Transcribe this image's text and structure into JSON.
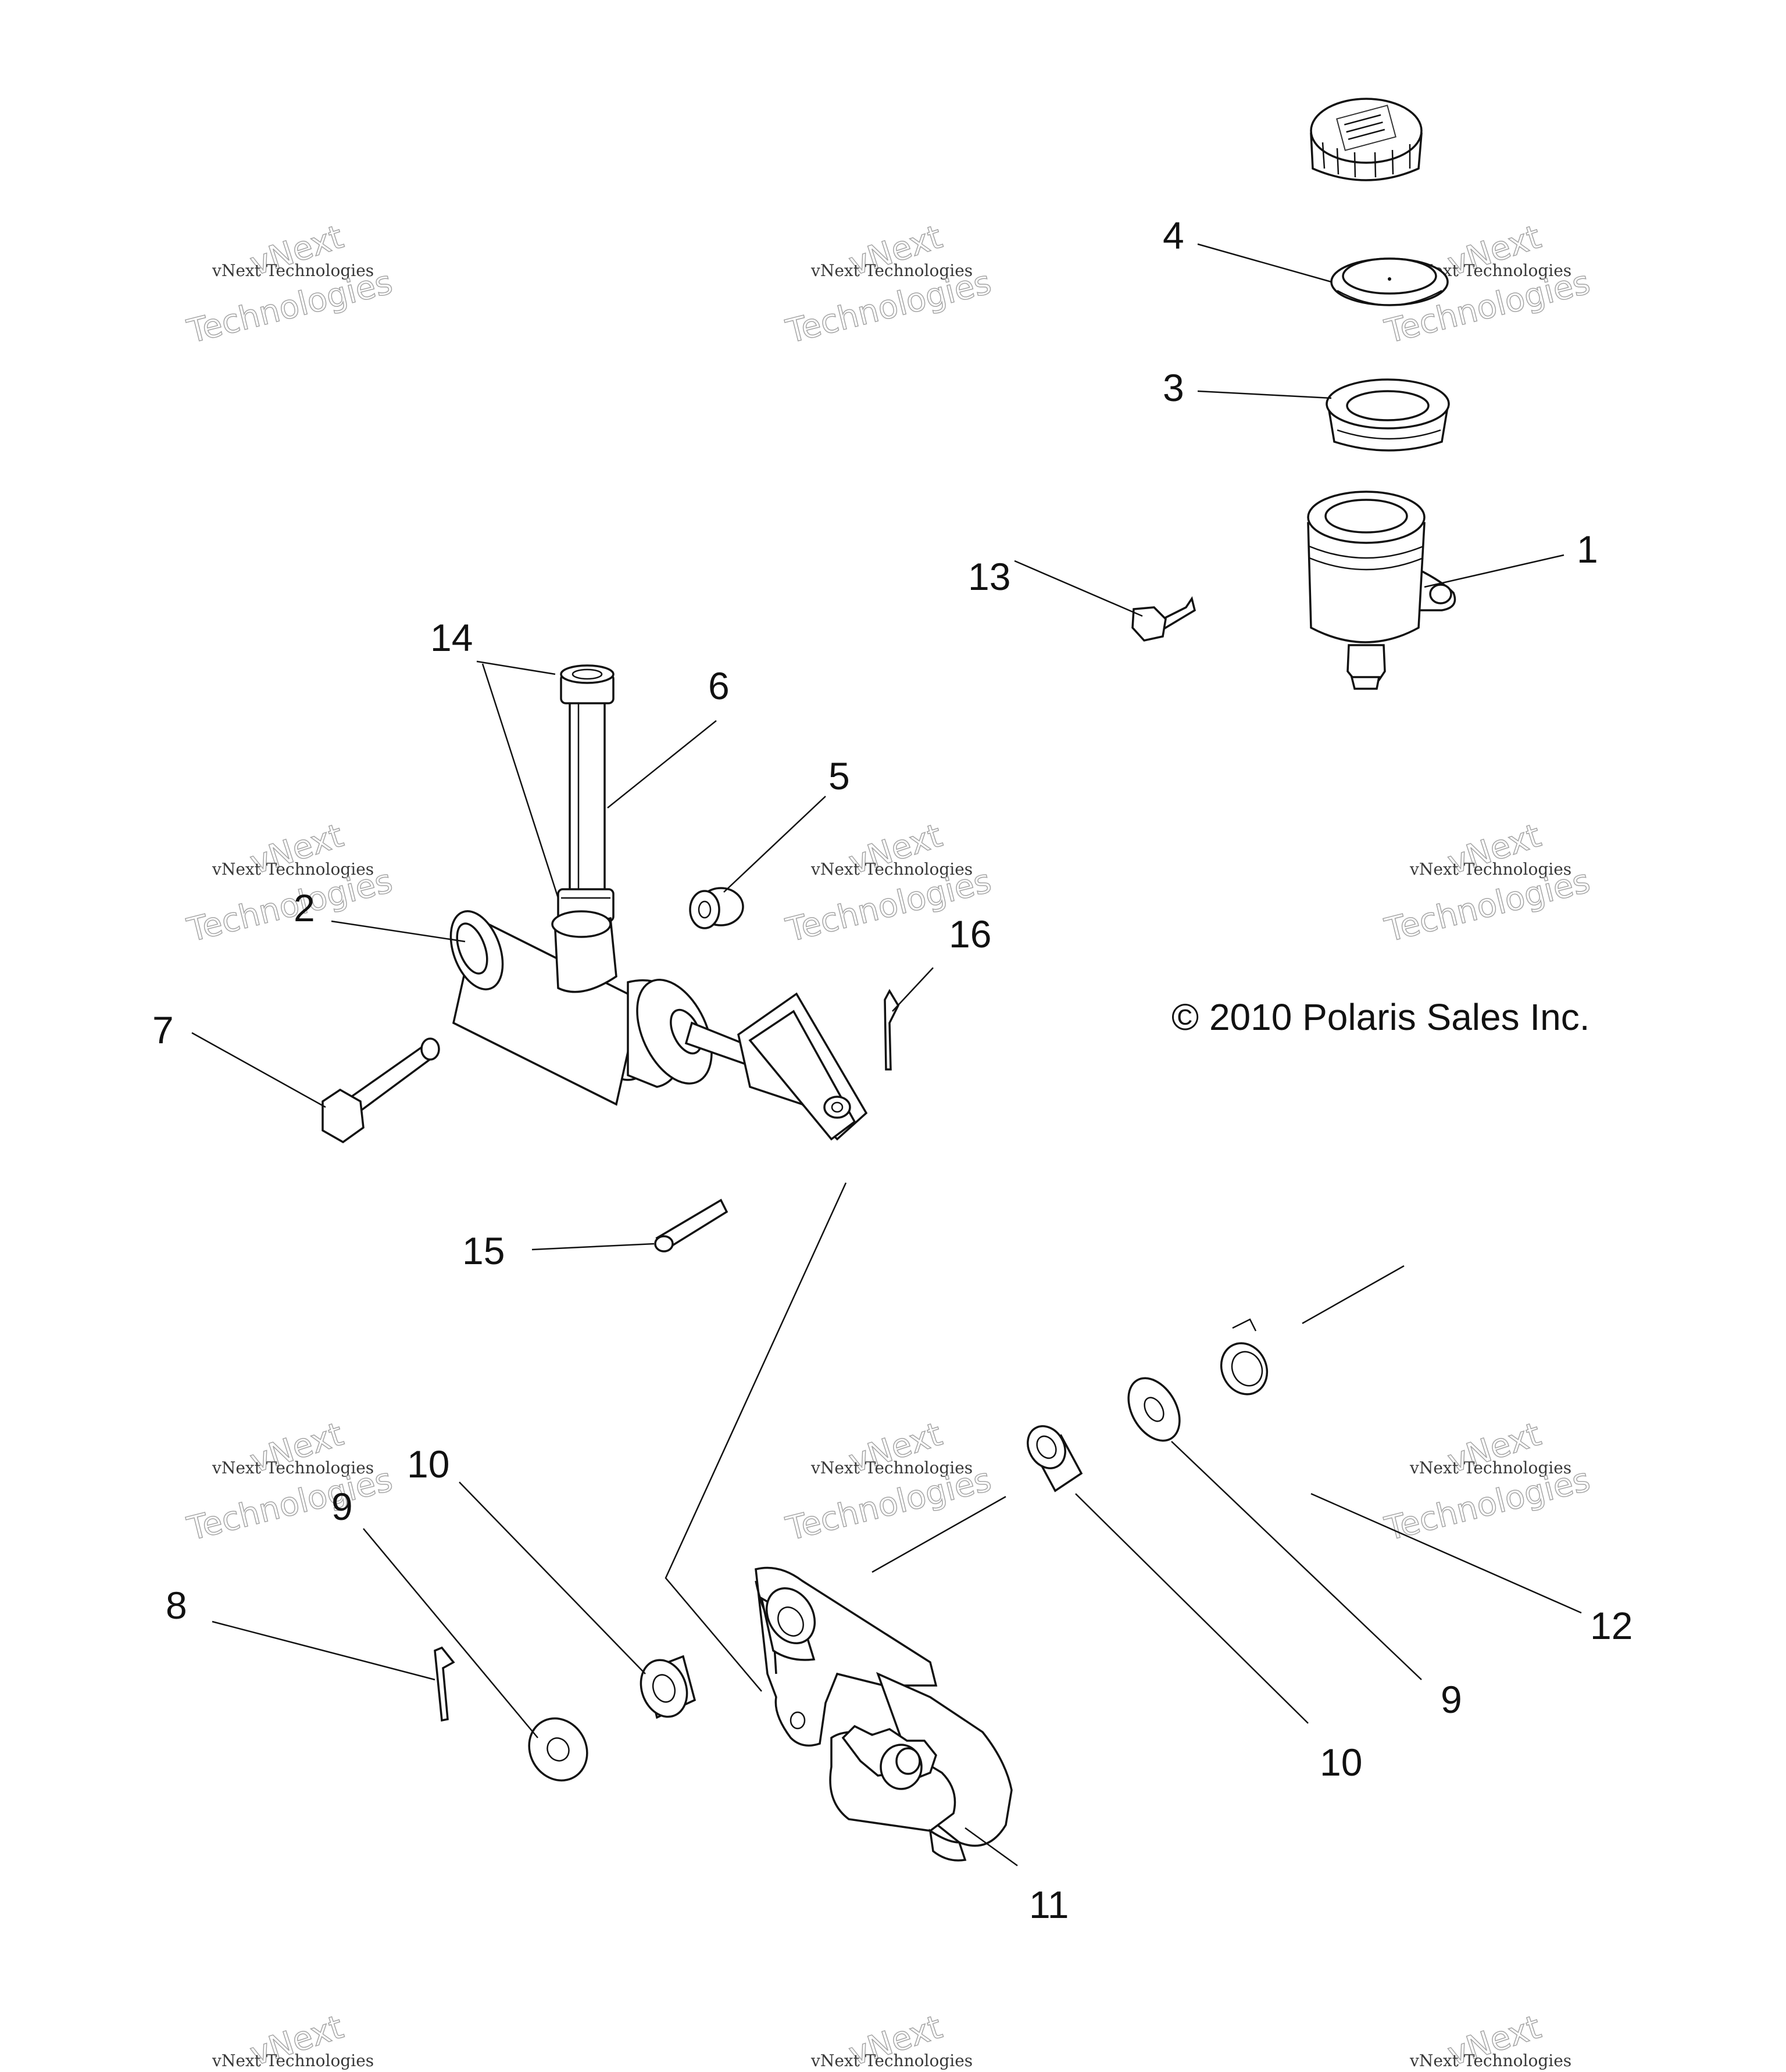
{
  "diagram": {
    "copyright": "© 2010 Polaris Sales Inc.",
    "watermark": {
      "line1": "vNext Technologies",
      "line2": "Technologies",
      "line3": "vNext"
    },
    "callouts": {
      "c1": "1",
      "c2": "2",
      "c3": "3",
      "c4": "4",
      "c5": "5",
      "c6": "6",
      "c7": "7",
      "c8": "8",
      "c9a": "9",
      "c9b": "9",
      "c10a": "10",
      "c10b": "10",
      "c11": "11",
      "c12": "12",
      "c13": "13",
      "c14": "14",
      "c15": "15",
      "c16": "16"
    }
  }
}
